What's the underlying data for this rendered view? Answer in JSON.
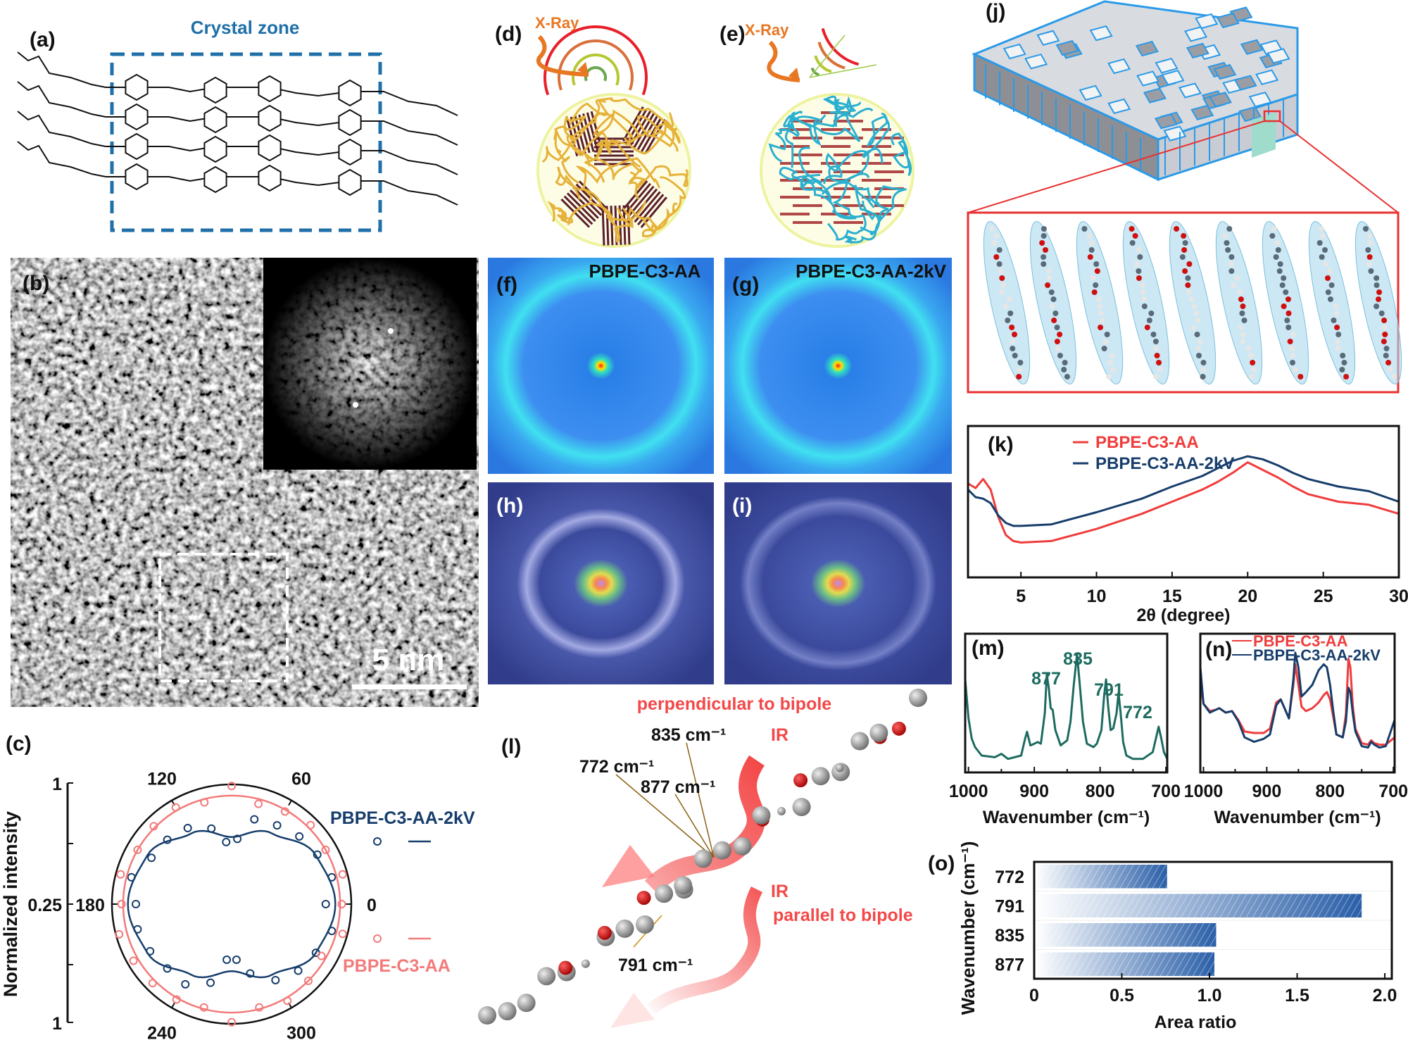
{
  "panels": {
    "a": {
      "label": "(a)",
      "zone_label": "Crystal zone",
      "zone_color": "#1f6fa8"
    },
    "b": {
      "label": "(b)",
      "scale_bar": "5 nm"
    },
    "c": {
      "label": "(c)"
    },
    "d": {
      "label": "(d)",
      "xray": "X-Ray"
    },
    "e": {
      "label": "(e)",
      "xray": "X-Ray"
    },
    "f": {
      "label": "(f)",
      "sample": "PBPE-C3-AA"
    },
    "g": {
      "label": "(g)",
      "sample": "PBPE-C3-AA-2kV"
    },
    "h": {
      "label": "(h)"
    },
    "i": {
      "label": "(i)"
    },
    "j": {
      "label": "(j)"
    },
    "k": {
      "label": "(k)"
    },
    "l": {
      "label": "(l)",
      "perpendicular": "perpendicular to bipole",
      "parallel": "parallel to bipole",
      "ir_top": "IR",
      "ir_bottom": "IR",
      "modes": [
        "835 cm⁻¹",
        "772 cm⁻¹",
        "877 cm⁻¹",
        "791 cm⁻¹"
      ]
    },
    "m": {
      "label": "(m)"
    },
    "n": {
      "label": "(n)"
    },
    "o": {
      "label": "(o)"
    }
  },
  "colors": {
    "red": "#f03c3c",
    "navy": "#163d6b",
    "teal": "#1d6b5f",
    "pink": "#f37a7a",
    "annotation_red": "#f44848",
    "orange": "#e87722"
  },
  "chart_data": [
    {
      "id": "c",
      "type": "scatter",
      "subtype": "polar",
      "ylabel": "Normalized intensity",
      "radial_ticks": [
        "1",
        "0.25",
        "1"
      ],
      "angle_ticks": [
        "0",
        "60",
        "120",
        "180",
        "240",
        "300"
      ],
      "series": [
        {
          "name": "PBPE-C3-AA-2kV",
          "color": "#163d6b",
          "points": [
            [
              0,
              0.84
            ],
            [
              15,
              0.9
            ],
            [
              30,
              0.87
            ],
            [
              45,
              0.85
            ],
            [
              60,
              0.82
            ],
            [
              75,
              0.8
            ],
            [
              85,
              0.66
            ],
            [
              95,
              0.64
            ],
            [
              105,
              0.74
            ],
            [
              120,
              0.8
            ],
            [
              135,
              0.82
            ],
            [
              150,
              0.83
            ],
            [
              165,
              0.9
            ],
            [
              180,
              0.85
            ],
            [
              195,
              0.86
            ],
            [
              210,
              0.84
            ],
            [
              225,
              0.82
            ],
            [
              240,
              0.83
            ],
            [
              255,
              0.76
            ],
            [
              265,
              0.6
            ],
            [
              275,
              0.6
            ],
            [
              285,
              0.7
            ],
            [
              300,
              0.8
            ],
            [
              315,
              0.84
            ],
            [
              330,
              0.86
            ],
            [
              345,
              0.9
            ]
          ],
          "fit": [
            [
              0,
              0.9
            ],
            [
              30,
              0.86
            ],
            [
              60,
              0.76
            ],
            [
              90,
              0.67
            ],
            [
              120,
              0.76
            ],
            [
              150,
              0.86
            ],
            [
              180,
              0.9
            ],
            [
              210,
              0.86
            ],
            [
              240,
              0.76
            ],
            [
              270,
              0.67
            ],
            [
              300,
              0.76
            ],
            [
              330,
              0.86
            ]
          ]
        },
        {
          "name": "PBPE-C3-AA",
          "color": "#f37a7a",
          "points": [
            [
              0,
              0.94
            ],
            [
              15,
              0.97
            ],
            [
              30,
              0.93
            ],
            [
              45,
              0.95
            ],
            [
              60,
              0.92
            ],
            [
              75,
              0.9
            ],
            [
              90,
              0.99
            ],
            [
              105,
              0.91
            ],
            [
              120,
              0.95
            ],
            [
              135,
              0.94
            ],
            [
              150,
              0.93
            ],
            [
              165,
              0.97
            ],
            [
              180,
              0.94
            ],
            [
              195,
              0.98
            ],
            [
              210,
              0.96
            ],
            [
              225,
              0.95
            ],
            [
              240,
              0.94
            ],
            [
              255,
              0.92
            ],
            [
              270,
              0.99
            ],
            [
              285,
              0.92
            ],
            [
              300,
              0.95
            ],
            [
              315,
              0.93
            ],
            [
              330,
              0.9
            ],
            [
              345,
              0.97
            ]
          ],
          "fit": [
            [
              0,
              0.93
            ],
            [
              90,
              0.93
            ],
            [
              180,
              0.93
            ],
            [
              270,
              0.93
            ]
          ]
        }
      ]
    },
    {
      "id": "k",
      "type": "line",
      "xlabel": "2θ (degree)",
      "xlim": [
        1.5,
        30
      ],
      "xticks": [
        5,
        10,
        15,
        20,
        25,
        30
      ],
      "ylim": [
        0,
        1
      ],
      "yticks": [],
      "legend": "top-left",
      "series": [
        {
          "name": "PBPE-C3-AA",
          "color": "#f03c3c",
          "x": [
            1.5,
            2,
            2.5,
            3,
            3.5,
            4,
            4.5,
            5,
            7,
            10,
            13,
            15,
            17,
            18,
            19,
            20,
            21,
            22,
            23,
            24,
            26,
            28,
            30
          ],
          "y": [
            0.62,
            0.59,
            0.65,
            0.58,
            0.4,
            0.28,
            0.24,
            0.23,
            0.24,
            0.32,
            0.42,
            0.5,
            0.58,
            0.63,
            0.69,
            0.76,
            0.71,
            0.66,
            0.6,
            0.55,
            0.5,
            0.48,
            0.42
          ]
        },
        {
          "name": "PBPE-C3-AA-2kV",
          "color": "#163d6b",
          "x": [
            1.5,
            2,
            2.5,
            3,
            3.5,
            4,
            4.5,
            5,
            7,
            10,
            13,
            15,
            17,
            18,
            19,
            20,
            21,
            22,
            23,
            24,
            26,
            28,
            30
          ],
          "y": [
            0.58,
            0.53,
            0.52,
            0.49,
            0.41,
            0.36,
            0.34,
            0.34,
            0.35,
            0.43,
            0.52,
            0.6,
            0.67,
            0.72,
            0.77,
            0.8,
            0.78,
            0.74,
            0.69,
            0.65,
            0.6,
            0.57,
            0.5
          ]
        }
      ]
    },
    {
      "id": "m",
      "type": "line",
      "xlabel": "Wavenumber (cm⁻¹)",
      "xlim": [
        1005,
        698
      ],
      "xticks": [
        1000,
        900,
        800,
        700
      ],
      "ylim": [
        0,
        0.82
      ],
      "yticks": [],
      "annotations": [
        {
          "text": "877",
          "x": 877
        },
        {
          "text": "835",
          "x": 835
        },
        {
          "text": "791",
          "x": 791
        },
        {
          "text": "772",
          "x": 772
        }
      ],
      "series": [
        {
          "color": "#1d6b5f",
          "x": [
            1005,
            1000,
            995,
            990,
            980,
            960,
            950,
            940,
            920,
            914,
            911,
            906,
            900,
            895,
            890,
            884,
            881,
            878,
            875,
            872,
            868,
            860,
            850,
            845,
            840,
            835,
            830,
            826,
            820,
            810,
            805,
            798,
            794,
            791,
            788,
            784,
            780,
            775,
            772,
            769,
            765,
            760,
            750,
            735,
            720,
            714,
            711,
            707,
            703,
            698
          ],
          "y": [
            0.55,
            0.32,
            0.2,
            0.15,
            0.1,
            0.09,
            0.11,
            0.08,
            0.1,
            0.2,
            0.24,
            0.16,
            0.17,
            0.18,
            0.17,
            0.35,
            0.58,
            0.5,
            0.38,
            0.37,
            0.25,
            0.16,
            0.19,
            0.3,
            0.52,
            0.7,
            0.48,
            0.3,
            0.17,
            0.15,
            0.17,
            0.25,
            0.45,
            0.55,
            0.4,
            0.25,
            0.26,
            0.35,
            0.47,
            0.36,
            0.18,
            0.1,
            0.08,
            0.08,
            0.12,
            0.22,
            0.27,
            0.2,
            0.12,
            0.08
          ]
        }
      ]
    },
    {
      "id": "n",
      "type": "line",
      "xlabel": "Wavenumber (cm⁻¹)",
      "xlim": [
        1005,
        698
      ],
      "xticks": [
        1000,
        900,
        800,
        700
      ],
      "ylim": [
        0,
        0.95
      ],
      "yticks": [],
      "legend": "top",
      "series": [
        {
          "name": "PBPE-C3-AA",
          "color": "#f03c3c",
          "x": [
            1005,
            1000,
            990,
            980,
            975,
            965,
            955,
            945,
            935,
            920,
            905,
            895,
            885,
            878,
            870,
            865,
            858,
            855,
            850,
            845,
            838,
            828,
            818,
            810,
            805,
            800,
            795,
            790,
            780,
            775,
            771,
            768,
            764,
            760,
            750,
            740,
            735,
            730,
            722,
            712,
            698
          ],
          "y": [
            0.62,
            0.47,
            0.42,
            0.43,
            0.44,
            0.41,
            0.42,
            0.36,
            0.28,
            0.27,
            0.27,
            0.3,
            0.48,
            0.5,
            0.42,
            0.37,
            0.6,
            0.74,
            0.6,
            0.45,
            0.42,
            0.44,
            0.48,
            0.53,
            0.55,
            0.5,
            0.38,
            0.26,
            0.24,
            0.4,
            0.78,
            0.72,
            0.45,
            0.3,
            0.2,
            0.19,
            0.22,
            0.2,
            0.19,
            0.19,
            0.24
          ]
        },
        {
          "name": "PBPE-C3-AA-2kV",
          "color": "#163d6b",
          "x": [
            1005,
            1000,
            990,
            980,
            975,
            965,
            955,
            945,
            935,
            920,
            905,
            895,
            885,
            878,
            870,
            865,
            858,
            855,
            850,
            845,
            838,
            828,
            818,
            810,
            805,
            800,
            795,
            790,
            780,
            775,
            771,
            768,
            764,
            760,
            750,
            740,
            735,
            730,
            722,
            712,
            698
          ],
          "y": [
            0.72,
            0.47,
            0.41,
            0.43,
            0.44,
            0.41,
            0.42,
            0.35,
            0.24,
            0.21,
            0.23,
            0.26,
            0.46,
            0.5,
            0.42,
            0.37,
            0.64,
            0.82,
            0.72,
            0.52,
            0.55,
            0.6,
            0.7,
            0.74,
            0.72,
            0.6,
            0.42,
            0.26,
            0.24,
            0.35,
            0.58,
            0.55,
            0.4,
            0.28,
            0.18,
            0.17,
            0.21,
            0.19,
            0.17,
            0.18,
            0.36
          ]
        }
      ]
    },
    {
      "id": "o",
      "type": "bar",
      "orientation": "horizontal",
      "categories": [
        "772",
        "791",
        "835",
        "877"
      ],
      "values": [
        0.75,
        1.86,
        1.03,
        1.02
      ],
      "xlabel": "Area ratio",
      "ylabel": "Wavenumber (cm⁻¹)",
      "xlim": [
        0,
        2.04
      ],
      "xticks": [
        "0",
        "0.5",
        "1.0",
        "1.5",
        "2.0"
      ],
      "color": "#2a5fa8"
    }
  ]
}
